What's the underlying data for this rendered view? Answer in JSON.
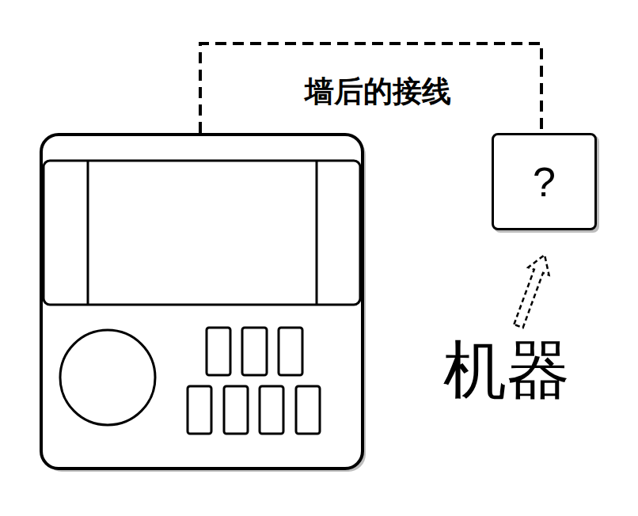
{
  "diagram": {
    "nodes": [
      {
        "text": [
          "?"
        ]
      }
    ],
    "labels": [
      "墙后的接线",
      "机器"
    ]
  }
}
